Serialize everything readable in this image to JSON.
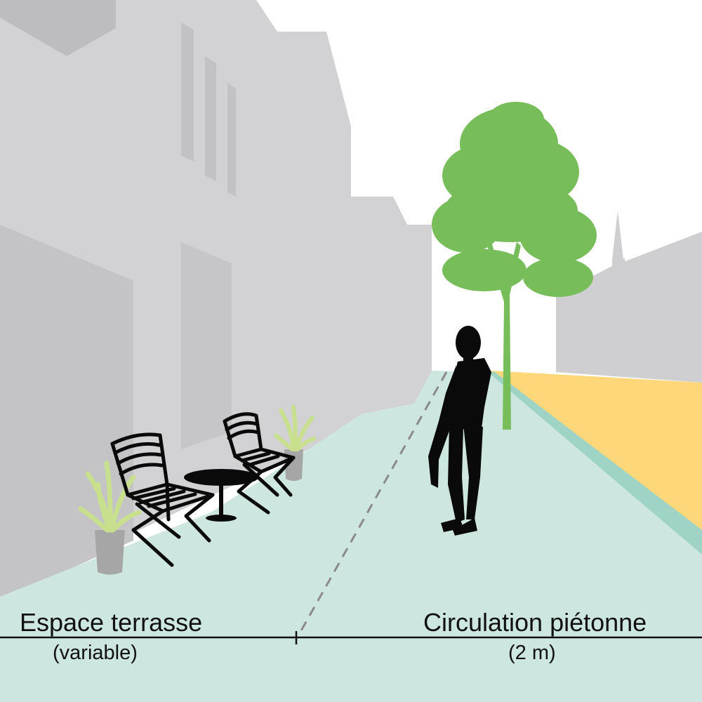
{
  "zones": {
    "terrace": {
      "label": "Espace terrasse",
      "width_note": "(variable)"
    },
    "pedestrian": {
      "label": "Circulation piétonne",
      "width_note": "(2 m)"
    }
  },
  "colors": {
    "sky": "#ffffff",
    "building_light": "#d2d2d4",
    "building_mid": "#c4c4c6",
    "building_dark": "#b6b6b8",
    "sidewalk": "#cde6df",
    "curb": "#9fd3c6",
    "bike_lane": "#fdd77a",
    "tree": "#77bd5a",
    "plant": "#c8e08e",
    "pot": "#a6a6a6",
    "silhouette": "#0a0a0a",
    "dashed_line": "#8a8a8a"
  },
  "icons": [
    "building",
    "tree",
    "person-silhouette",
    "bistro-chair",
    "bistro-table",
    "potted-plant"
  ]
}
